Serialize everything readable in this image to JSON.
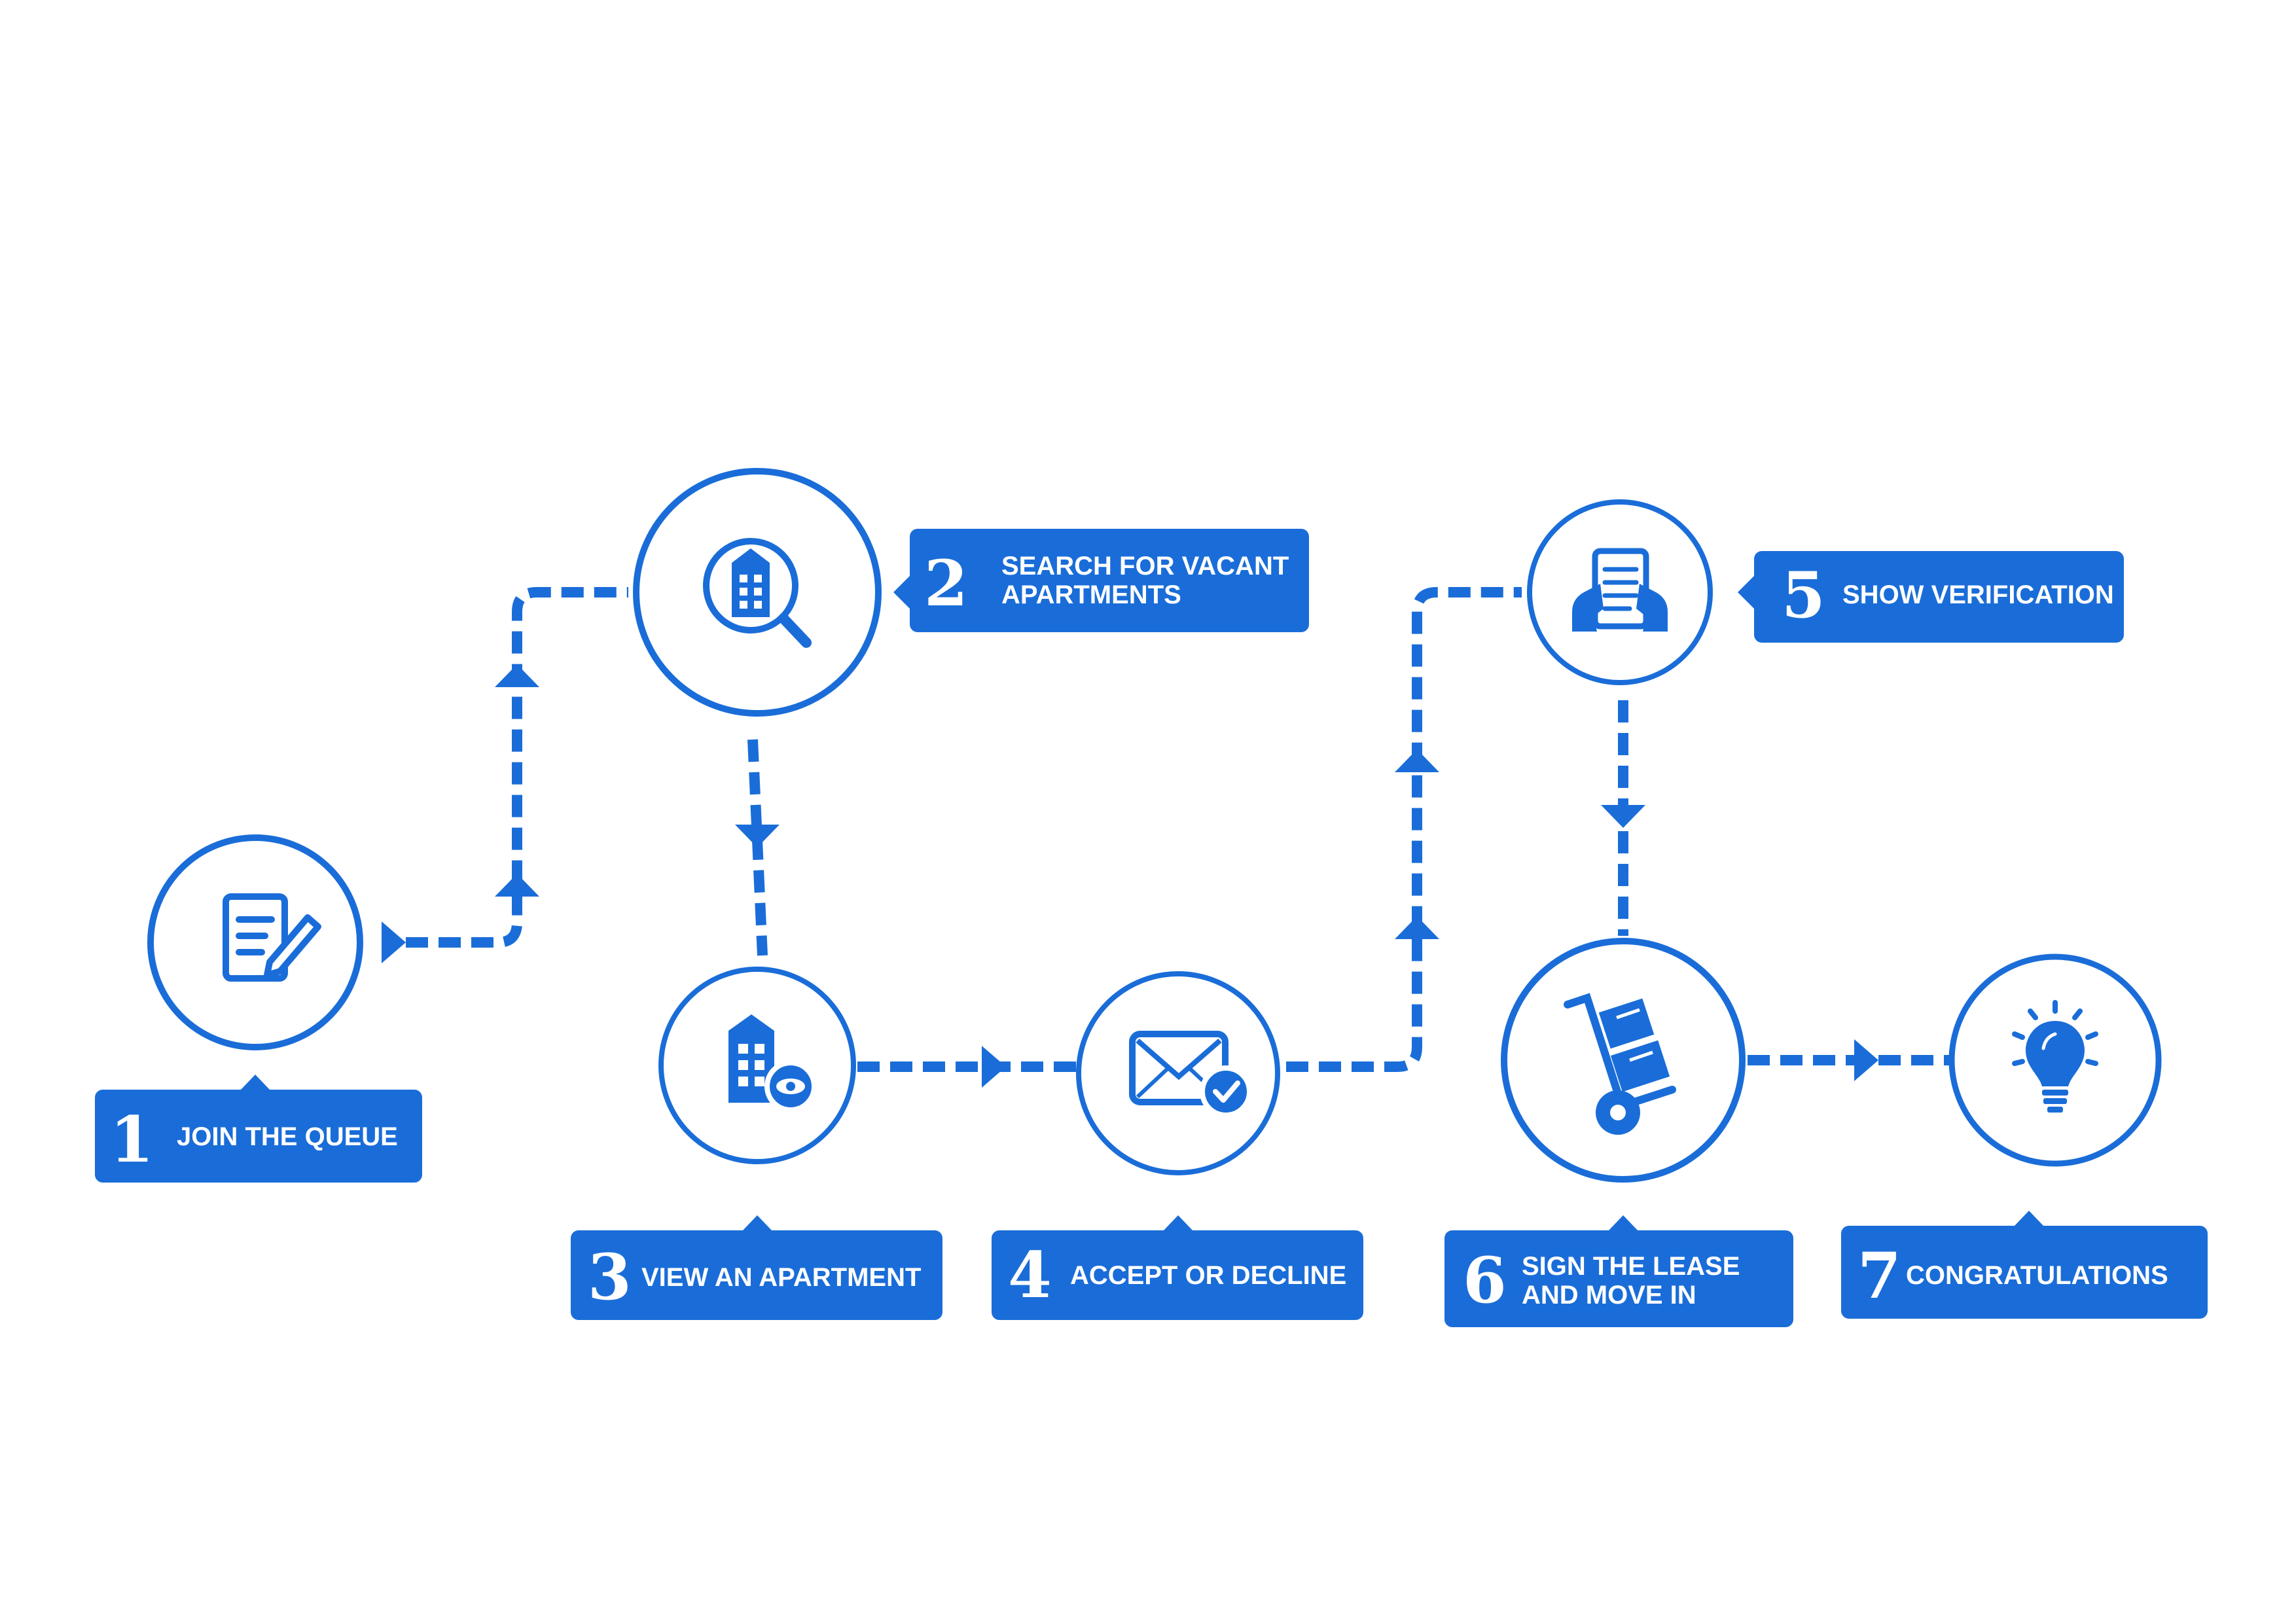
{
  "colors": {
    "accent": "#1a6dd8",
    "background": "#ffffff",
    "label_text": "#ffffff"
  },
  "steps": [
    {
      "number": "1",
      "label_lines": [
        "JOIN THE QUEUE"
      ],
      "icon": "document-pen-icon"
    },
    {
      "number": "2",
      "label_lines": [
        "SEARCH FOR VACANT",
        "APARTMENTS"
      ],
      "icon": "building-search-icon"
    },
    {
      "number": "3",
      "label_lines": [
        "VIEW AN APARTMENT"
      ],
      "icon": "building-eye-icon"
    },
    {
      "number": "4",
      "label_lines": [
        "ACCEPT OR DECLINE"
      ],
      "icon": "envelope-check-icon"
    },
    {
      "number": "5",
      "label_lines": [
        "SHOW VERIFICATION"
      ],
      "icon": "hands-document-icon"
    },
    {
      "number": "6",
      "label_lines": [
        "SIGN THE LEASE",
        "AND MOVE IN"
      ],
      "icon": "hand-truck-boxes-icon"
    },
    {
      "number": "7",
      "label_lines": [
        "CONGRATULATIONS"
      ],
      "icon": "lightbulb-icon"
    }
  ]
}
